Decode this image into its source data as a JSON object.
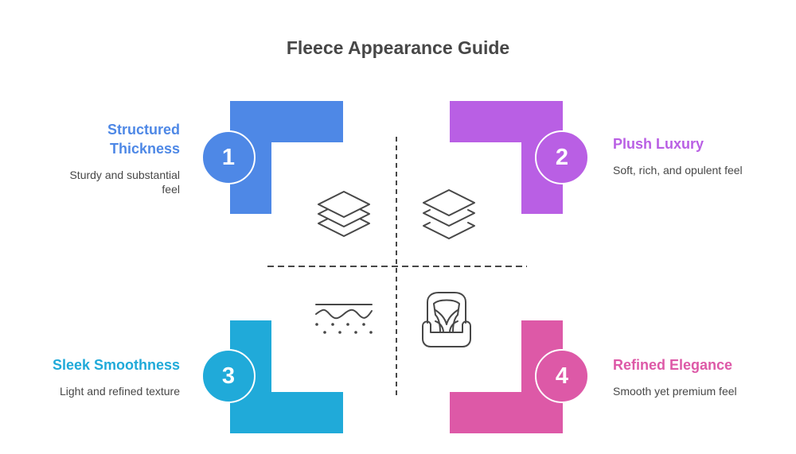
{
  "title": "Fleece Appearance Guide",
  "colors": {
    "q1": "#4E88E6",
    "q2": "#B95FE4",
    "q3": "#20AAD9",
    "q4": "#DD59A7",
    "text": "#474747",
    "icon_stroke": "#474747"
  },
  "quadrants": [
    {
      "number": "1",
      "heading_lines": [
        "Structured",
        "Thickness"
      ],
      "description_lines": [
        "Sturdy and substantial",
        "feel"
      ],
      "icon": "layers-stacked-icon"
    },
    {
      "number": "2",
      "heading_lines": [
        "Plush Luxury"
      ],
      "description_lines": [
        "Soft, rich, and opulent feel"
      ],
      "icon": "layers-separated-icon"
    },
    {
      "number": "3",
      "heading_lines": [
        "Sleek Smoothness"
      ],
      "description_lines": [
        "Light and refined texture"
      ],
      "icon": "texture-wave-icon"
    },
    {
      "number": "4",
      "heading_lines": [
        "Refined Elegance"
      ],
      "description_lines": [
        "Smooth yet premium feel"
      ],
      "icon": "armchair-icon"
    }
  ]
}
